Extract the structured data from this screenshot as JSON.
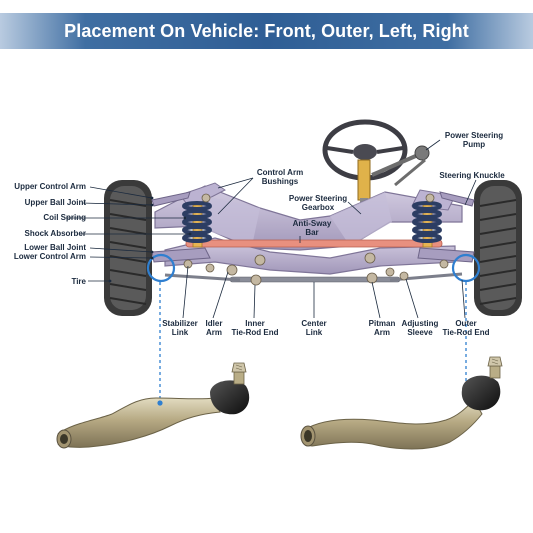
{
  "header": {
    "title": "Placement On Vehicle: Front, Outer, Left, Right"
  },
  "labels": {
    "upper_control_arm": "Upper Control Arm",
    "upper_ball_joint": "Upper Ball Joint",
    "coil_spring": "Coil Spring",
    "shock_absorber": "Shock Absorber",
    "lower_ball_joint": "Lower Ball Joint",
    "lower_control_arm": "Lower Control Arm",
    "tire": "Tire",
    "control_arm_bushings_1": "Control Arm",
    "control_arm_bushings_2": "Bushings",
    "power_steering_gearbox_1": "Power Steering",
    "power_steering_gearbox_2": "Gearbox",
    "anti_sway_bar_1": "Anti-Sway",
    "anti_sway_bar_2": "Bar",
    "power_steering_pump_1": "Power Steering",
    "power_steering_pump_2": "Pump",
    "steering_knuckle": "Steering Knuckle",
    "stabilizer_link_1": "Stabilizer",
    "stabilizer_link_2": "Link",
    "idler_arm_1": "Idler",
    "idler_arm_2": "Arm",
    "inner_tie_rod_end_1": "Inner",
    "inner_tie_rod_end_2": "Tie-Rod End",
    "center_link_1": "Center",
    "center_link_2": "Link",
    "pitman_arm_1": "Pitman",
    "pitman_arm_2": "Arm",
    "adjusting_sleeve_1": "Adjusting",
    "adjusting_sleeve_2": "Sleeve",
    "outer_tie_rod_end_1": "Outer",
    "outer_tie_rod_end_2": "Tie-Rod End"
  },
  "colors": {
    "banner": "#2f5e95",
    "highlight_circle": "#2f7fd0",
    "frame": "#b8aecb",
    "frame_dark": "#7f7598",
    "anti_sway_bar": "#e8907f",
    "spring": "#2c3d63",
    "shock": "#e6b453",
    "tie_rod_metal": "#b9ad86",
    "boot": "#1f1f1f"
  }
}
